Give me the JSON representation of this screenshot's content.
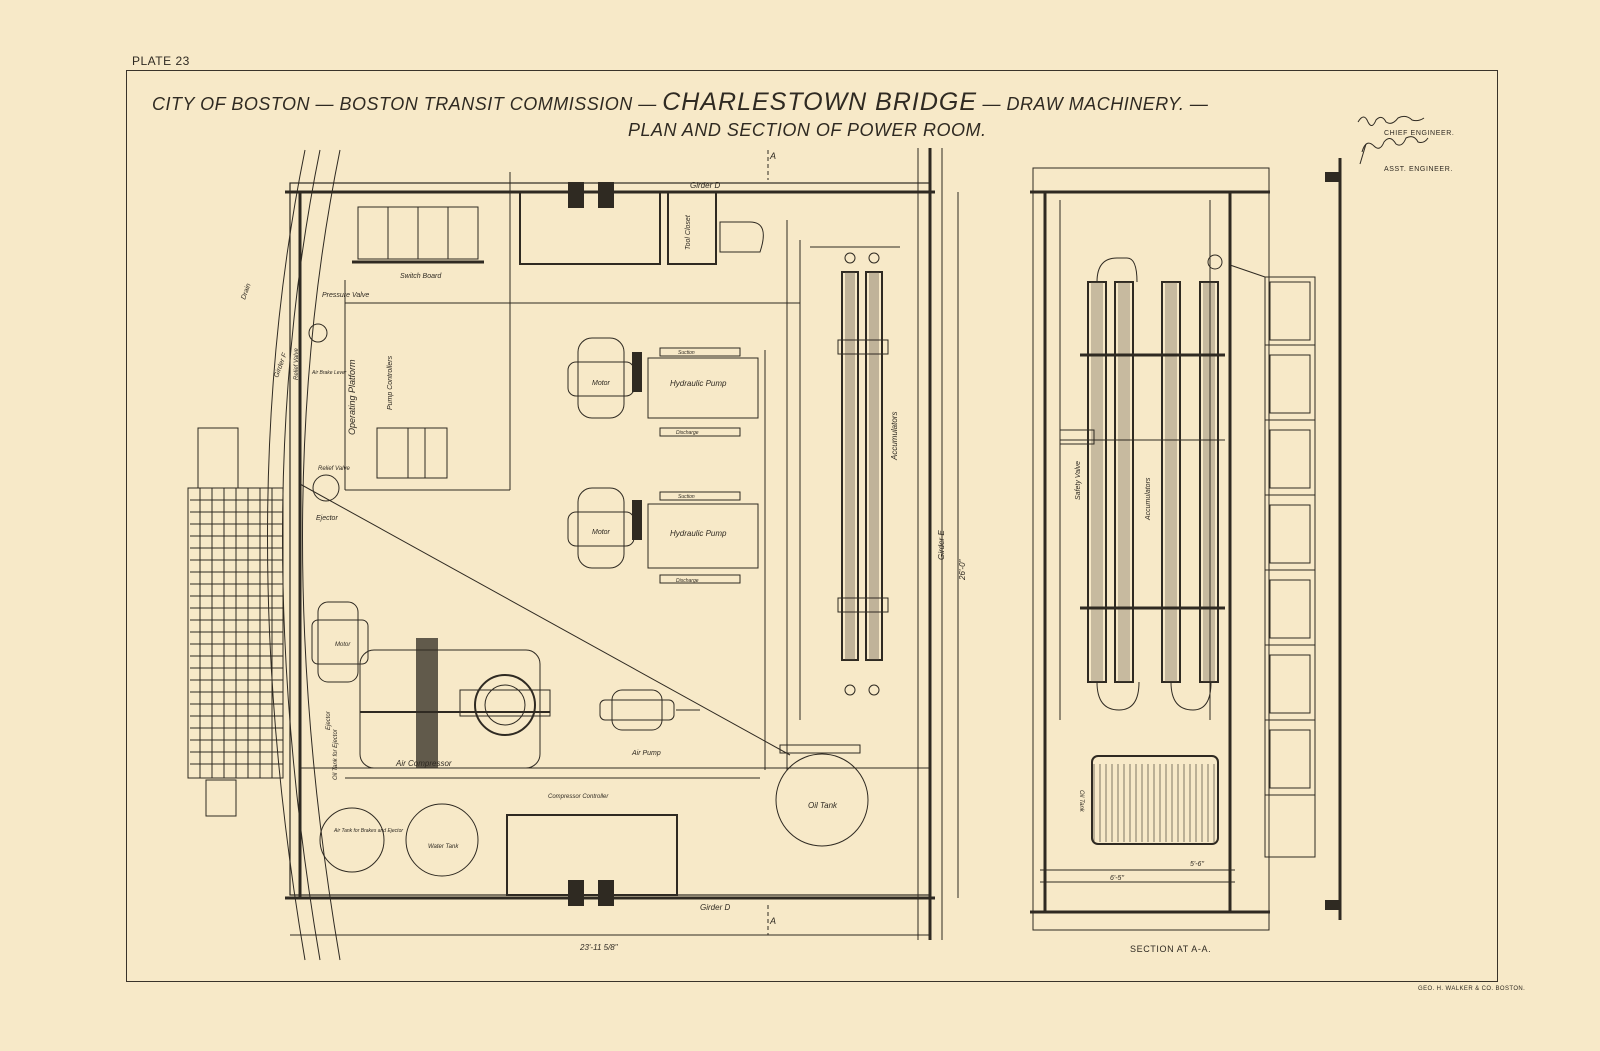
{
  "plate": "PLATE 23",
  "title": {
    "line1_part1": "CITY OF BOSTON — BOSTON TRANSIT COMMISSION — ",
    "line1_part2": "CHARLESTOWN BRIDGE",
    "line1_part3": " — DRAW MACHINERY. —",
    "line2": "PLAN AND SECTION OF POWER ROOM."
  },
  "signatures": {
    "chief_engineer_title": "CHIEF ENGINEER.",
    "assistant_engineer_title": "ASST. ENGINEER."
  },
  "plan_labels": {
    "girder_d_top": "Girder D",
    "girder_d_bottom": "Girder D",
    "girder_e": "Girder E",
    "girder_f": "Girder F",
    "switch_board": "Switch Board",
    "tool_closet": "Tool Closet",
    "pressure_valve": "Pressure Valve",
    "relief_valve_1": "Relief Valve",
    "relief_valve_2": "Relief Valve",
    "operating_platform": "Operating Platform",
    "pump_controllers": "Pump Controllers",
    "air_brake_lever": "Air Brake Lever",
    "motor_1": "Motor",
    "motor_2": "Motor",
    "motor_3": "Motor",
    "hydraulic_pump_1": "Hydraulic Pump",
    "hydraulic_pump_2": "Hydraulic Pump",
    "suction_1": "Suction",
    "suction_2": "Suction",
    "discharge_1": "Discharge",
    "discharge_2": "Discharge",
    "accumulators": "Accumulators",
    "ejector_1": "Ejector",
    "ejector_2": "Ejector",
    "drain": "Drain",
    "air_compressor": "Air Compressor",
    "air_pump": "Air Pump",
    "compressor_controller": "Compressor Controller",
    "oil_tank": "Oil Tank",
    "oil_tank_for_ejector": "Oil Tank for Ejector",
    "air_tank": "Air Tank for Brakes and Ejector",
    "water_tank": "Water Tank",
    "dim_width": "23'-11 5/8\"",
    "dim_height": "26'-0\"",
    "section_mark_top": "A",
    "section_mark_bottom": "A"
  },
  "section_labels": {
    "safety_valve": "Safety Valve",
    "accumulators": "Accumulators",
    "oil_tank": "Oil Tank",
    "dim_1": "5'-6\"",
    "dim_2": "6'-5\""
  },
  "section_caption": "SECTION AT A-A.",
  "printer": "GEO. H. WALKER & CO. BOSTON."
}
